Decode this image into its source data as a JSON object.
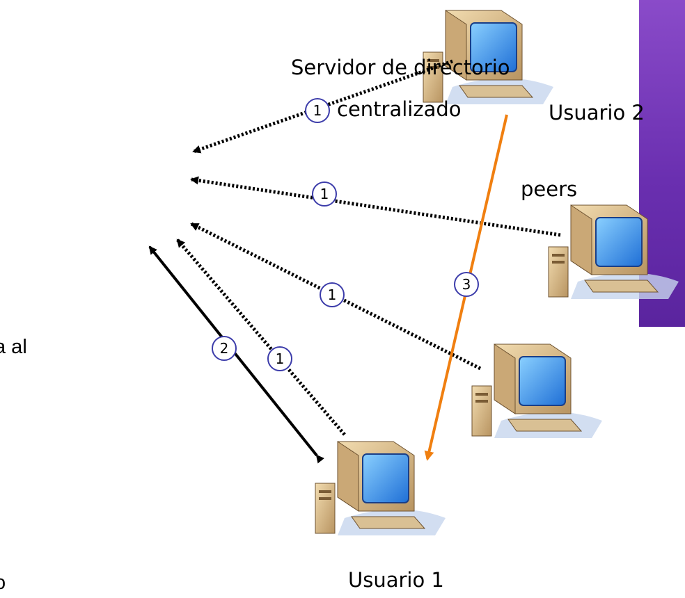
{
  "labels": {
    "server_line1": "Servidor de directorio",
    "server_line2": "centralizado",
    "user2": "Usuario 2",
    "peers": "peers",
    "user1": "Usuario 1",
    "left_partial": "a al",
    "bottom_left_partial": "o"
  },
  "steps": {
    "register_top": "1",
    "register_mid": "1",
    "register_low": "1",
    "register_user1": "1",
    "query": "2",
    "transfer": "3"
  },
  "colors": {
    "transfer_arrow": "#f07f10",
    "badge_stroke": "#3c3caa",
    "panel": "#7a3dbd"
  },
  "icons": [
    "computer-icon-user2",
    "computer-icon-peer-a",
    "computer-icon-peer-b",
    "computer-icon-user1"
  ]
}
